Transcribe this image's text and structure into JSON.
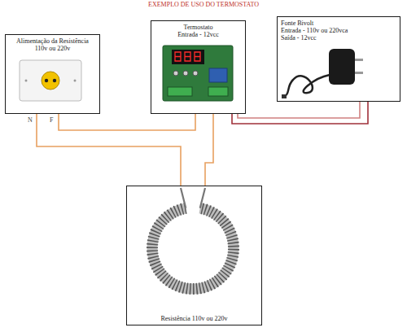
{
  "diagram": {
    "title": "EXEMPLO DE USO DO TERMOSTATO",
    "nodes": [
      {
        "text": [
          "Alimentação da Resistência",
          "110v ou 220v"
        ]
      },
      {
        "text": [
          "Termostato",
          "Entrada - 12vcc"
        ]
      },
      {
        "text": [
          "Fonte Bivolt",
          "Entrada - 110v ou 220vca",
          "Saída - 12vcc"
        ]
      },
      {
        "text": [
          "Resistência 110v ou 220v"
        ]
      }
    ],
    "edges": [
      {
        "from": 0,
        "to": 1,
        "arrow": "none"
      },
      {
        "from": 0,
        "to": 3,
        "arrow": "none"
      },
      {
        "from": 1,
        "to": 3,
        "arrow": "none"
      },
      {
        "from": 1,
        "to": 2,
        "arrow": "none"
      },
      {
        "from": 1,
        "to": 2,
        "arrow": "none"
      }
    ],
    "labels": [
      "N",
      "F"
    ]
  }
}
